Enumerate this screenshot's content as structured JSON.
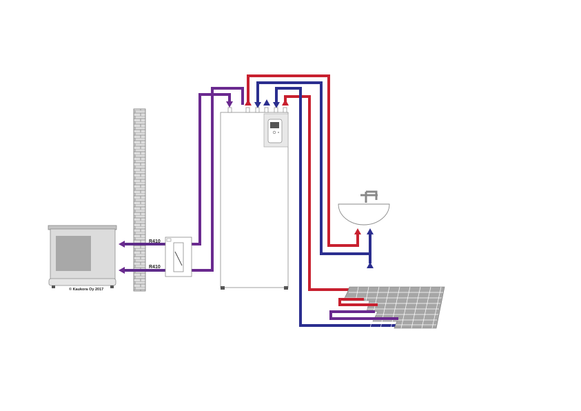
{
  "labels": {
    "refrigerant_top": "R410",
    "refrigerant_bottom": "R410",
    "copyright": "© Kaukora Oy 2017"
  },
  "colors": {
    "hot": "#c8202f",
    "cold": "#2b2e8f",
    "refrigerant": "#6a2a8f",
    "unit_body": "#dcdcdc",
    "unit_panel": "#a8a8a8",
    "outline": "#8a8a8a",
    "wall": "#d9d9d9",
    "floor_tile": "#a6a6a6"
  },
  "icons": [
    "outdoor-unit",
    "brick-wall",
    "heat-exchanger",
    "indoor-heat-pump",
    "control-panel",
    "sink-faucet",
    "floor-heating-grid"
  ]
}
